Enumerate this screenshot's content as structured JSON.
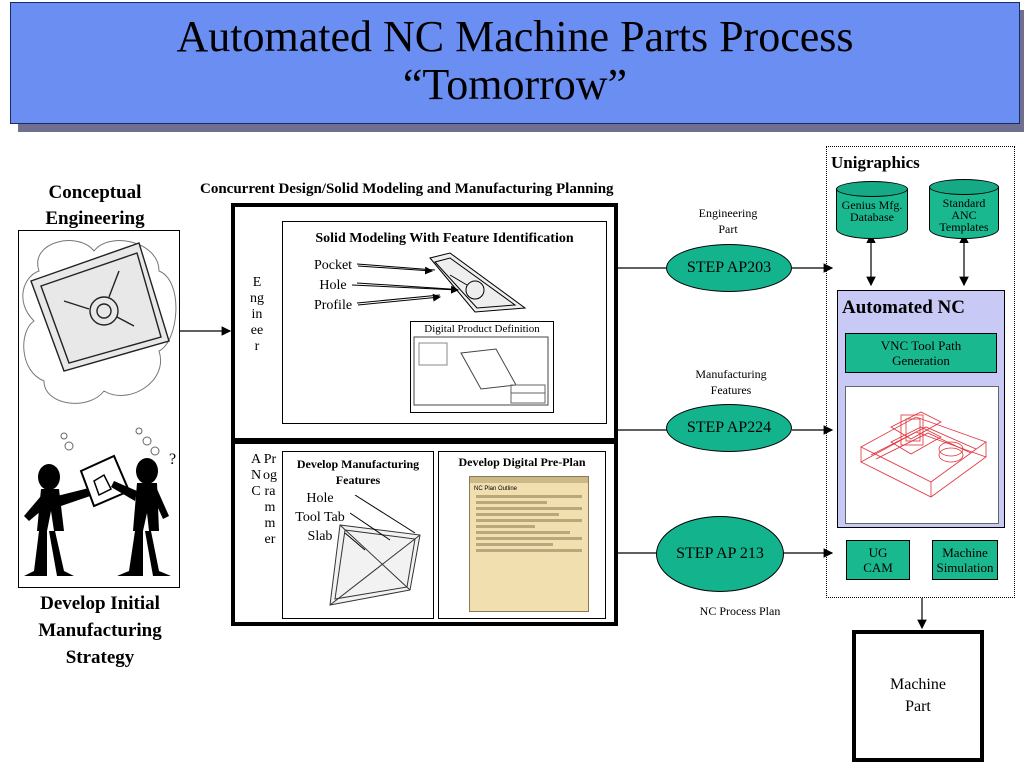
{
  "title": {
    "line1": "Automated NC Machine Parts Process",
    "line2": "“Tomorrow”"
  },
  "left": {
    "heading_line1": "Conceptual",
    "heading_line2": "Engineering",
    "footer_line1": "Develop Initial",
    "footer_line2": "Manufacturing",
    "footer_line3": "Strategy",
    "question_mark": "?"
  },
  "center": {
    "heading": "Concurrent Design/Solid Modeling and Manufacturing Planning",
    "engineer_label": "Engineer",
    "solid_modeling": {
      "title": "Solid Modeling With Feature Identification",
      "features": [
        "Pocket",
        "Hole",
        "Profile"
      ],
      "dpd_label": "Digital Product Definition"
    },
    "anc_label": "ANC",
    "programmer_label": "Programmer",
    "develop_features": {
      "title_line1": "Develop Manufacturing",
      "title_line2": "Features",
      "features": [
        "Hole",
        "Tool Tab",
        "Slab"
      ]
    },
    "preplan": {
      "title": "Develop Digital Pre-Plan",
      "window_title": "NC Plan Outline"
    }
  },
  "flow": {
    "engineering_part_line1": "Engineering",
    "engineering_part_line2": "Part",
    "step_ap203": "STEP AP203",
    "manufacturing_features_line1": "Manufacturing",
    "manufacturing_features_line2": "Features",
    "step_ap224": "STEP AP224",
    "step_ap213": "STEP AP 213",
    "nc_process_plan": "NC Process Plan"
  },
  "unigraphics": {
    "title": "Unigraphics",
    "genius_db_line1": "Genius Mfg.",
    "genius_db_line2": "Database",
    "anc_templates_line1": "Standard",
    "anc_templates_line2": "ANC",
    "anc_templates_line3": "Templates",
    "automated_nc": "Automated NC",
    "vnc_line1": "VNC Tool Path",
    "vnc_line2": "Generation",
    "ug_cam_line1": "UG",
    "ug_cam_line2": "CAM",
    "machine_sim_line1": "Machine",
    "machine_sim_line2": "Simulation"
  },
  "machine_part": {
    "line1": "Machine",
    "line2": "Part"
  },
  "colors": {
    "title_bg": "#6b8ef2",
    "step_green": "#13b38e",
    "nc_panel": "#c9c9f5"
  }
}
